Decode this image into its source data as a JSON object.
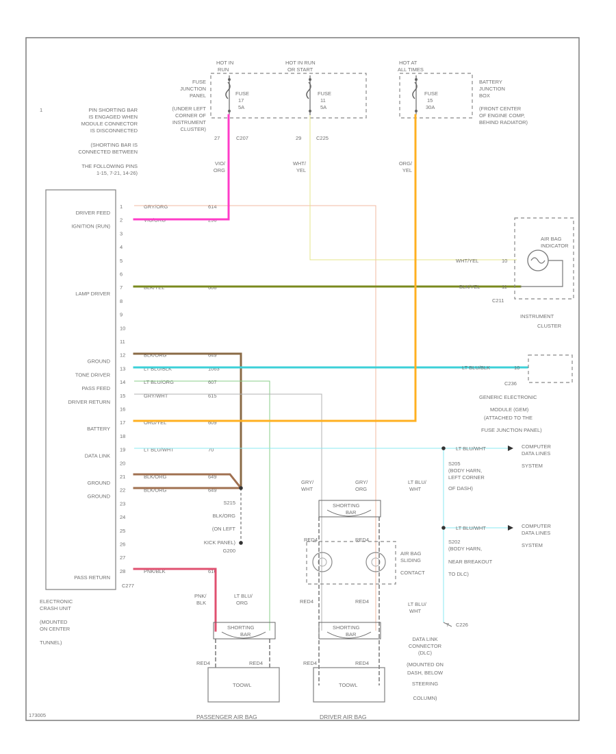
{
  "fuse_headers": [
    {
      "id": "hot_in_run",
      "line1": "HOT IN",
      "line2": "RUN"
    },
    {
      "id": "hot_in_run_start",
      "line1": "HOT IN RUN",
      "line2": "OR START"
    },
    {
      "id": "hot_at_all_times",
      "line1": "HOT AT",
      "line2": "ALL TIMES"
    }
  ],
  "fuses": [
    {
      "name": "FUSE",
      "number": "17",
      "amps": "5A"
    },
    {
      "name": "FUSE",
      "number": "11",
      "amps": "5A"
    },
    {
      "name": "FUSE",
      "number": "15",
      "amps": "30A"
    }
  ],
  "fuse_junction_panel": [
    "FUSE",
    "JUNCTION",
    "PANEL",
    "(UNDER LEFT",
    "CORNER OF",
    "INSTRUMENT",
    "CLUSTER)"
  ],
  "battery_junction_box": [
    "BATTERY",
    "JUNCTION",
    "BOX",
    "(FRONT CENTER",
    "OF ENGINE COMP,",
    "BEHIND RADIATOR)"
  ],
  "fuse_pins": [
    {
      "pin": "27",
      "conn": "C207"
    },
    {
      "pin": "29",
      "conn": "C225"
    }
  ],
  "feed_wire_colors": [
    [
      "VIO/",
      "ORG"
    ],
    [
      "WHT/",
      "YEL"
    ],
    [
      "ORG/",
      "YEL"
    ]
  ],
  "note": {
    "number": "1",
    "text": [
      "PIN SHORTING BAR",
      "IS ENGAGED WHEN",
      "MODULE CONNECTOR",
      "IS DISCONNECTED",
      "(SHORTING BAR IS",
      "CONNECTED BETWEEN",
      "THE FOLLOWING PINS",
      "1-15, 7-21, 14-26)"
    ]
  },
  "module_labels": [
    {
      "text": "DRIVER FEED",
      "pin_row": 1
    },
    {
      "text": "IGNITION (RUN)",
      "pin_row": 2
    },
    {
      "text": "LAMP DRIVER",
      "pin_row": 7
    },
    {
      "text": "GROUND",
      "pin_row": 12
    },
    {
      "text": "TONE DRIVER",
      "pin_row": 13
    },
    {
      "text": "PASS FEED",
      "pin_row": 14
    },
    {
      "text": "DRIVER RETURN",
      "pin_row": 15
    },
    {
      "text": "BATTERY",
      "pin_row": 17
    },
    {
      "text": "DATA LINK",
      "pin_row": 19
    },
    {
      "text": "GROUND",
      "pin_row": 21
    },
    {
      "text": "GROUND",
      "pin_row": 22
    },
    {
      "text": "PASS RETURN",
      "pin_row": 28
    }
  ],
  "module_pins": [
    {
      "pin": "1",
      "color": "GRY/ORG",
      "circuit": "614"
    },
    {
      "pin": "2",
      "color": "VIO/ORG",
      "circuit": "296"
    },
    {
      "pin": "3"
    },
    {
      "pin": "4"
    },
    {
      "pin": "5"
    },
    {
      "pin": "6"
    },
    {
      "pin": "7",
      "color": "BLK/YEL",
      "circuit": "608"
    },
    {
      "pin": "8"
    },
    {
      "pin": "9"
    },
    {
      "pin": "10"
    },
    {
      "pin": "11"
    },
    {
      "pin": "12",
      "color": "BLK/ORG",
      "circuit": "649"
    },
    {
      "pin": "13",
      "color": "LT BLU/BLK",
      "circuit": "1063"
    },
    {
      "pin": "14",
      "color": "LT BLU/ORG",
      "circuit": "607"
    },
    {
      "pin": "15",
      "color": "GRY/WHT",
      "circuit": "615"
    },
    {
      "pin": "16"
    },
    {
      "pin": "17",
      "color": "ORG/YEL",
      "circuit": "609"
    },
    {
      "pin": "18"
    },
    {
      "pin": "19",
      "color": "LT BLU/WHT",
      "circuit": "70"
    },
    {
      "pin": "20"
    },
    {
      "pin": "21",
      "color": "BLK/ORG",
      "circuit": "649"
    },
    {
      "pin": "22",
      "color": "BLK/ORG",
      "circuit": "649"
    },
    {
      "pin": "23"
    },
    {
      "pin": "24"
    },
    {
      "pin": "25"
    },
    {
      "pin": "26"
    },
    {
      "pin": "27"
    },
    {
      "pin": "28",
      "color": "PNK/BLK",
      "circuit": "616"
    }
  ],
  "module_connector": "C277",
  "module_caption": [
    "ELECTRONIC",
    "CRASH UNIT",
    "(MOUNTED",
    "ON CENTER",
    "TUNNEL)"
  ],
  "indicator": {
    "title": [
      "AIR BAG",
      "INDICATOR"
    ],
    "pin_top": "10",
    "pin_bottom": "11",
    "wire_top": "WHT/YEL",
    "wire_bottom": "BLK/YEL",
    "connector": "C211",
    "caption": [
      "INSTRUMENT",
      "CLUSTER"
    ]
  },
  "gem": {
    "wire": "LT BLU/BLK",
    "pin": "10",
    "connector": "C236",
    "caption": [
      "GENERIC ELECTRONIC",
      "MODULE (GEM)",
      "(ATTACHED TO THE",
      "FUSE JUNCTION PANEL)"
    ]
  },
  "data_link": [
    {
      "wire": "LT BLU/WHT",
      "label": [
        "COMPUTER",
        "DATA LINES",
        "SYSTEM"
      ]
    },
    {
      "wire": "LT BLU/WHT",
      "label": [
        "COMPUTER",
        "DATA LINES",
        "SYSTEM"
      ]
    }
  ],
  "splices": [
    {
      "id": "S205",
      "text": [
        "S205",
        "(BODY HARN,",
        "LEFT CORNER",
        "OF DASH)"
      ]
    },
    {
      "id": "S202",
      "text": [
        "S202",
        "(BODY HARN,",
        "NEAR BREAKOUT",
        "TO DLC)"
      ]
    },
    {
      "id": "S215",
      "text": [
        "S215",
        "BLK/ORG",
        "(ON LEFT",
        "KICK PANEL)",
        "G200"
      ]
    }
  ],
  "vertical_wire_labels": [
    {
      "text": [
        "LT BLU/",
        "WHT"
      ]
    },
    {
      "text": [
        "LT BLU/",
        "WHT"
      ]
    },
    {
      "text": [
        "GRY/",
        "WHT"
      ]
    },
    {
      "text": [
        "GRY/",
        "ORG"
      ]
    },
    {
      "text": [
        "PNK/",
        "BLK"
      ]
    },
    {
      "text": [
        "LT BLU/",
        "ORG"
      ]
    }
  ],
  "dlc": {
    "pin": "7",
    "connector": "C226",
    "caption": [
      "DATA LINK",
      "CONNECTOR",
      "(DLC)",
      "(MOUNTED ON",
      "DASH, BELOW",
      "STEERING",
      "COLUMN)"
    ]
  },
  "sliding_contact": [
    "AIR BAG",
    "SLIDING",
    "CONTACT"
  ],
  "shorting_bar": [
    "SHORTING",
    "BAR"
  ],
  "red_markers": [
    "RED4",
    "RED4"
  ],
  "squib_label": "TOOWL",
  "bottom_labels": [
    "PASSENGER AIR BAG",
    "DRIVER AIR BAG"
  ],
  "page_code": "173005"
}
